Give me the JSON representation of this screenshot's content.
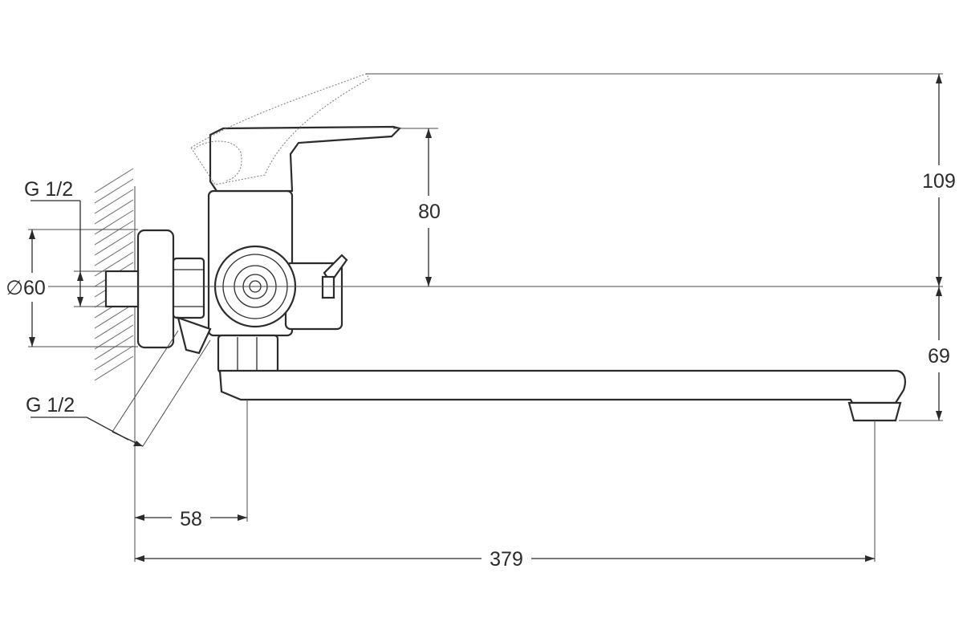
{
  "dimensions": {
    "height_total": "109",
    "height_handle": "80",
    "height_spout": "69",
    "length_total": "379",
    "offset_inlet": "58",
    "flange_diameter": "∅60",
    "thread_wall": "G 1/2",
    "thread_shower": "G 1/2"
  }
}
